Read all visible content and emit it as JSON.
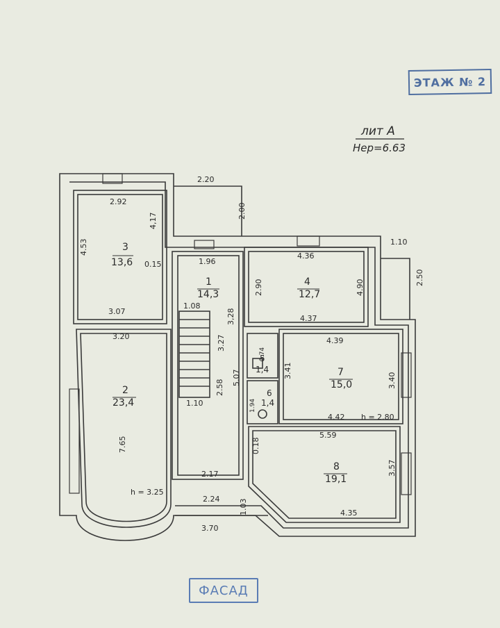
{
  "stamps": {
    "floor": "ЭТАЖ № 2",
    "facade": "ФАСАД"
  },
  "header_note": {
    "line1": "лит А",
    "line2": "Нер=6.63"
  },
  "rooms": [
    {
      "id": "3",
      "number": "3",
      "area": "13,6"
    },
    {
      "id": "1",
      "number": "1",
      "area": "14,3"
    },
    {
      "id": "4",
      "number": "4",
      "area": "12,7"
    },
    {
      "id": "2",
      "number": "2",
      "area": "23,4"
    },
    {
      "id": "5",
      "number": "5",
      "area": "1,4"
    },
    {
      "id": "6",
      "number": "6",
      "area": "1,4"
    },
    {
      "id": "7",
      "number": "7",
      "area": "15,0"
    },
    {
      "id": "8",
      "number": "8",
      "area": "19,1"
    }
  ],
  "dimensions": [
    "2.20",
    "2.00",
    "2.92",
    "4,17",
    "4.53",
    "0.15",
    "3.07",
    "3.20",
    "1.96",
    "1.08",
    "3,28",
    "3.27",
    "2.58",
    "1.10",
    "5.07",
    "2.17",
    "2.24",
    "3.70",
    "1.03",
    "2.90",
    "4.36",
    "4.90",
    "4.37",
    "1.10",
    "2.50",
    "1.74",
    "3.41",
    "4.39",
    "3.40",
    "1.94",
    "4.42",
    "5.59",
    "3.57",
    "4.35",
    "0.18",
    "7.65"
  ],
  "heights": [
    "h = 3.25",
    "h = 2.80"
  ]
}
